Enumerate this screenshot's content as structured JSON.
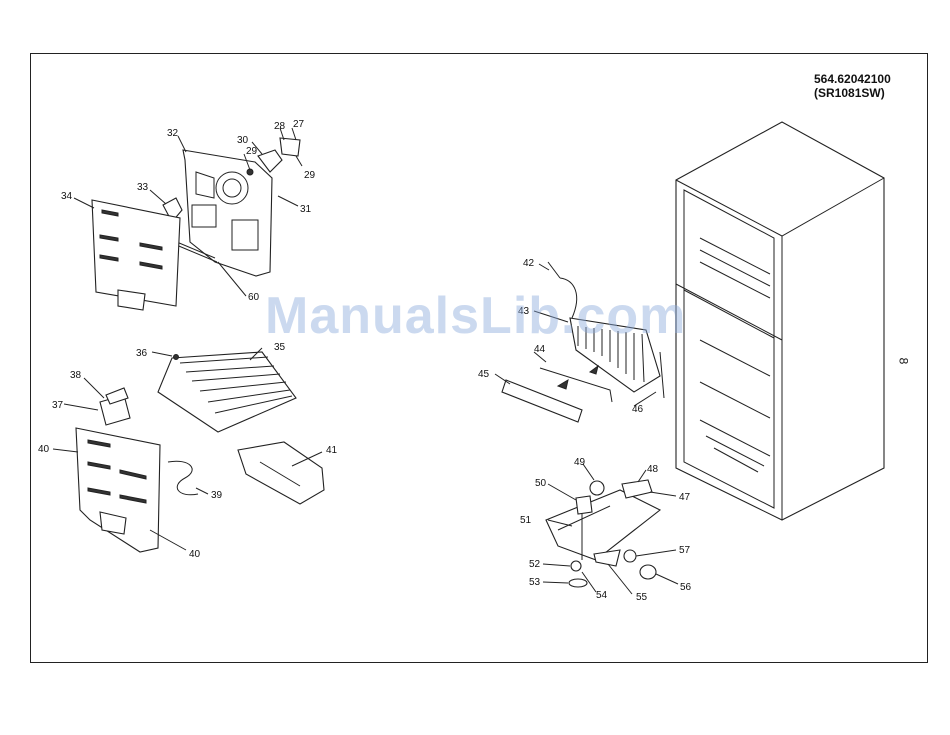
{
  "header": {
    "model_number": "564.62042100",
    "model_code": "(SR1081SW)"
  },
  "page_number": "8",
  "watermark": "ManualsLib.com",
  "part_labels": [
    "27",
    "28",
    "29",
    "30",
    "29",
    "31",
    "32",
    "33",
    "34",
    "60",
    "35",
    "36",
    "37",
    "38",
    "39",
    "40",
    "40",
    "41",
    "42",
    "43",
    "44",
    "45",
    "46",
    "47",
    "48",
    "49",
    "50",
    "51",
    "52",
    "53",
    "54",
    "55",
    "56",
    "57"
  ]
}
